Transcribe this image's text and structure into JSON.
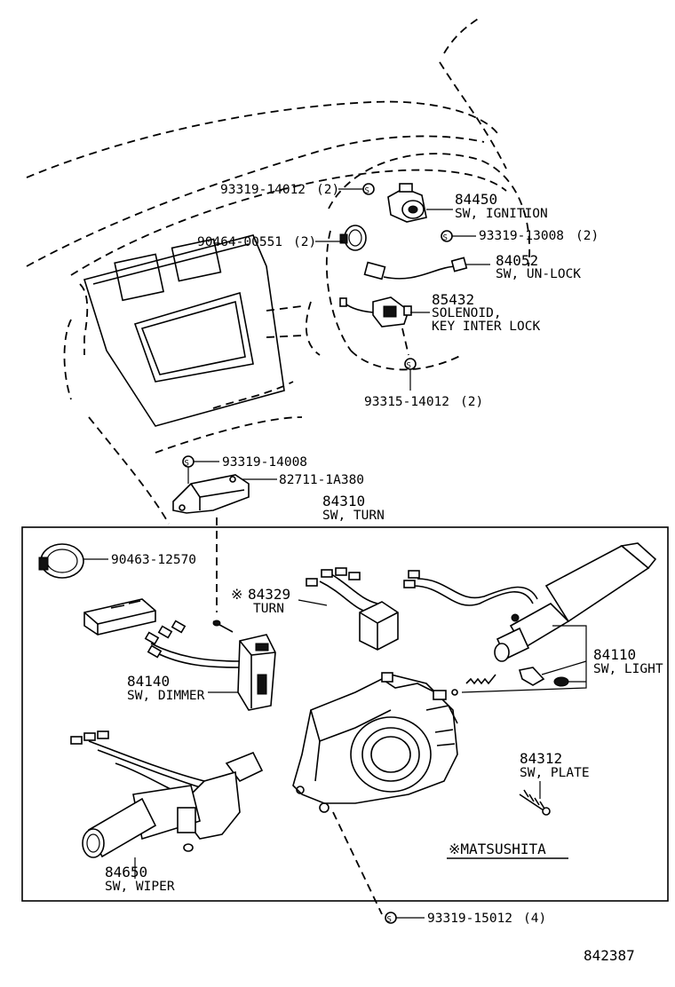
{
  "diagram_id": "842387",
  "callouts": {
    "c1": {
      "part": "93319-14012",
      "qty": "(2)"
    },
    "c2": {
      "part": "84450",
      "name": "SW, IGNITION"
    },
    "c3": {
      "part": "90464-00551",
      "qty": "(2)"
    },
    "c4": {
      "part": "93319-13008",
      "qty": "(2)"
    },
    "c5": {
      "part": "84052",
      "name": "SW, UN-LOCK"
    },
    "c6": {
      "part": "85432",
      "name": "SOLENOID,",
      "name2": "KEY INTER LOCK"
    },
    "c7": {
      "part": "93315-14012",
      "qty": "(2)"
    },
    "c8": {
      "part": "93319-14008"
    },
    "c9": {
      "part": "82711-1A380"
    },
    "c10": {
      "part": "84310",
      "name": "SW, TURN"
    },
    "c11": {
      "part": "90463-12570"
    },
    "c12": {
      "mark": "※",
      "part": "84329",
      "name": "TURN"
    },
    "c13": {
      "part": "84140",
      "name": "SW, DIMMER"
    },
    "c14": {
      "part": "84110",
      "name": "SW, LIGHT"
    },
    "c15": {
      "part": "84312",
      "name": "SW, PLATE"
    },
    "c16": {
      "part": "84650",
      "name": "SW, WIPER"
    },
    "c17": {
      "part": "93319-15012",
      "qty": "(4)"
    },
    "note": "※MATSUSHITA"
  },
  "icons": {
    "screw_symbol": "S"
  }
}
